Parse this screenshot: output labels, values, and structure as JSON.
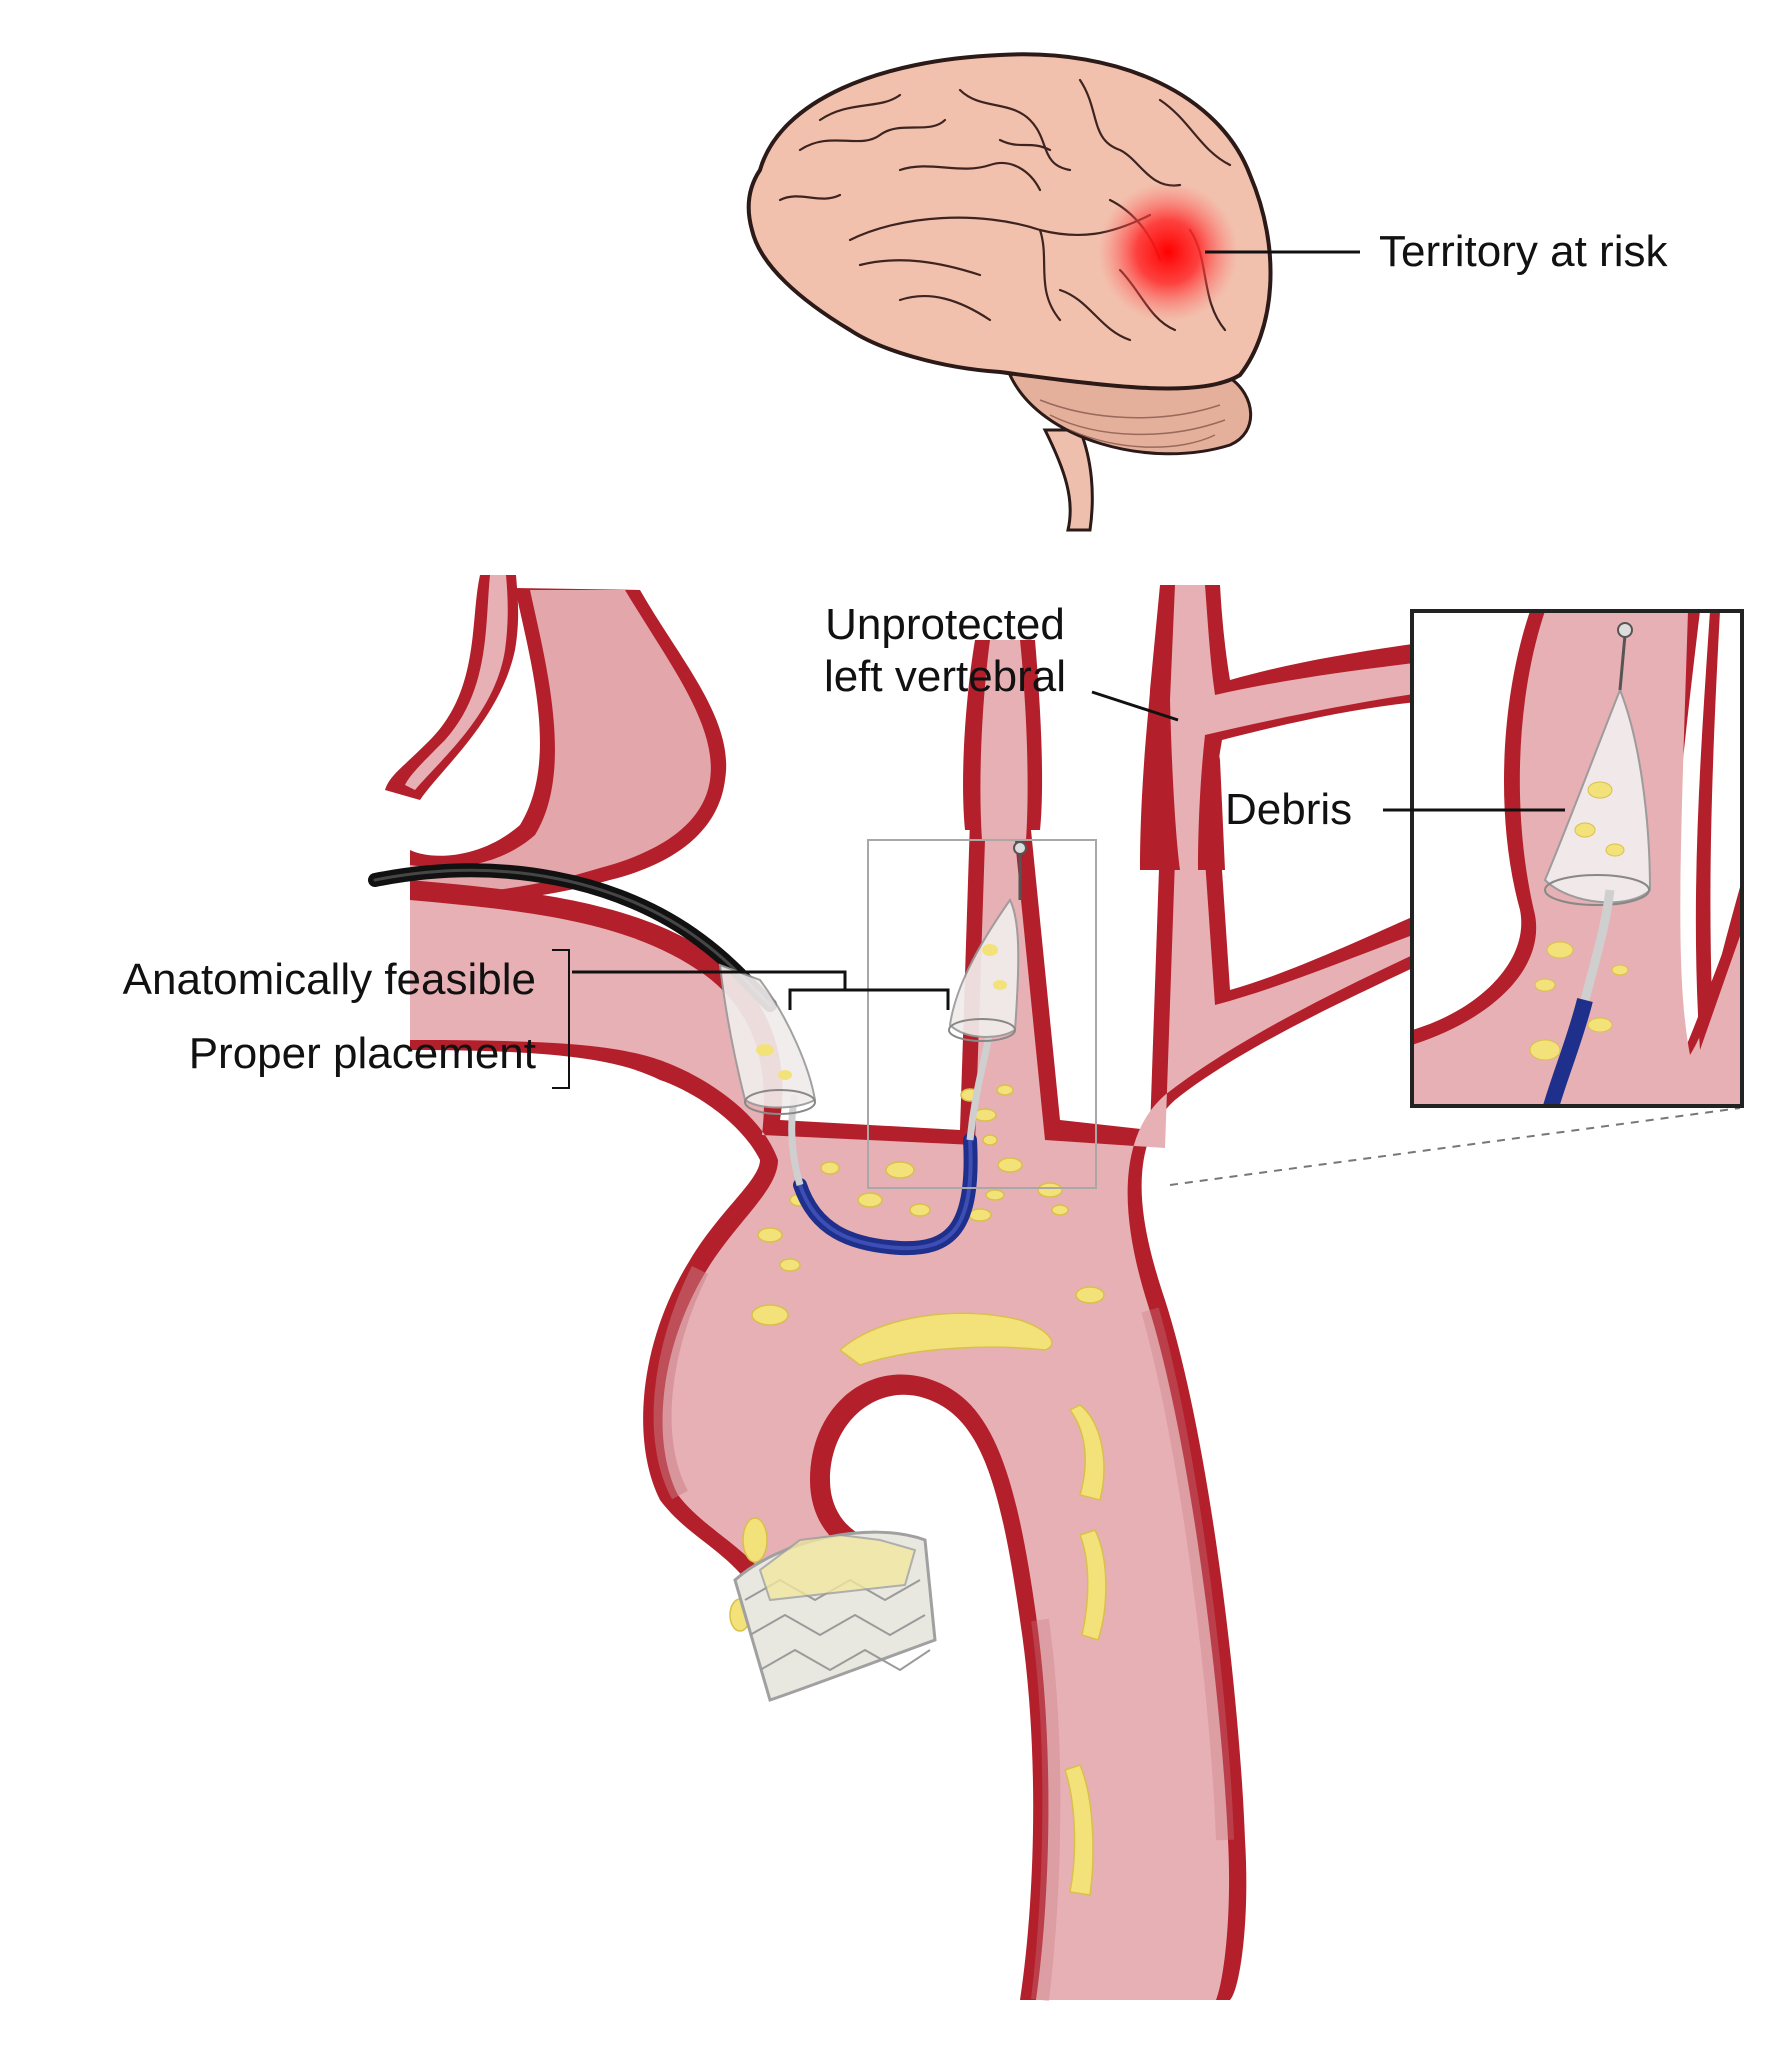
{
  "labels": {
    "territory": "Territory at risk",
    "unprotected_line1": "Unprotected",
    "unprotected_line2": "left vertebral",
    "debris": "Debris",
    "feasible": "Anatomically feasible",
    "placement": "Proper placement"
  },
  "colors": {
    "vessel_wall": "#b3202b",
    "vessel_fill": "#e9b3b6",
    "vessel_lumen": "#d78c93",
    "brain": "#f2c1ad",
    "brain_outline": "#2b1a18",
    "ischemia": "#ff1a1a",
    "debris": "#f3e27a",
    "catheter_blue": "#1f2f8c",
    "filter_mesh": "#f1ecec",
    "stent": "#e8e8e0"
  }
}
